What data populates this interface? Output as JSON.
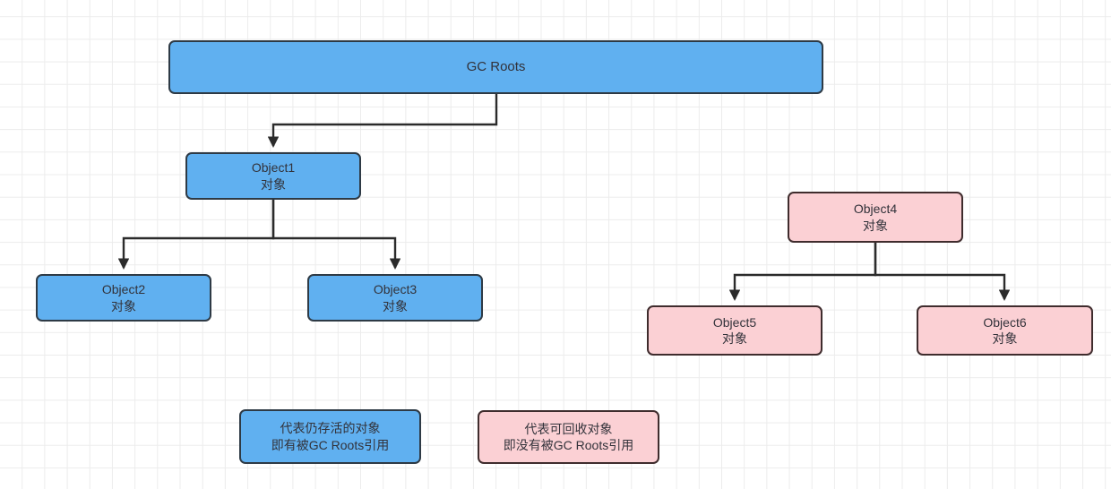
{
  "diagram": {
    "title": "GC Roots reachability diagram",
    "background": {
      "grid_color": "#ececec",
      "page_color": "#ffffff"
    },
    "colors": {
      "alive_fill": "#60b0f0",
      "alive_border": "#2e3a45",
      "garbage_fill": "#fbd0d4",
      "garbage_border": "#3f2c2d",
      "edge": "#2b2b2b",
      "text": "#32323a"
    },
    "nodes": [
      {
        "id": "gcroots",
        "label": "GC Roots",
        "sublabel": "",
        "kind": "alive"
      },
      {
        "id": "object1",
        "label": "Object1",
        "sublabel": "对象",
        "kind": "alive"
      },
      {
        "id": "object2",
        "label": "Object2",
        "sublabel": "对象",
        "kind": "alive"
      },
      {
        "id": "object3",
        "label": "Object3",
        "sublabel": "对象",
        "kind": "alive"
      },
      {
        "id": "object4",
        "label": "Object4",
        "sublabel": "对象",
        "kind": "garbage"
      },
      {
        "id": "object5",
        "label": "Object5",
        "sublabel": "对象",
        "kind": "garbage"
      },
      {
        "id": "object6",
        "label": "Object6",
        "sublabel": "对象",
        "kind": "garbage"
      }
    ],
    "edges": [
      {
        "from": "gcroots",
        "to": "object1"
      },
      {
        "from": "object1",
        "to": "object2"
      },
      {
        "from": "object1",
        "to": "object3"
      },
      {
        "from": "object4",
        "to": "object5"
      },
      {
        "from": "object4",
        "to": "object6"
      }
    ],
    "legend": [
      {
        "id": "alive",
        "kind": "alive",
        "line1": "代表仍存活的对象",
        "line2": "即有被GC Roots引用"
      },
      {
        "id": "garbage",
        "kind": "garbage",
        "line1": "代表可回收对象",
        "line2": "即没有被GC Roots引用"
      }
    ]
  }
}
